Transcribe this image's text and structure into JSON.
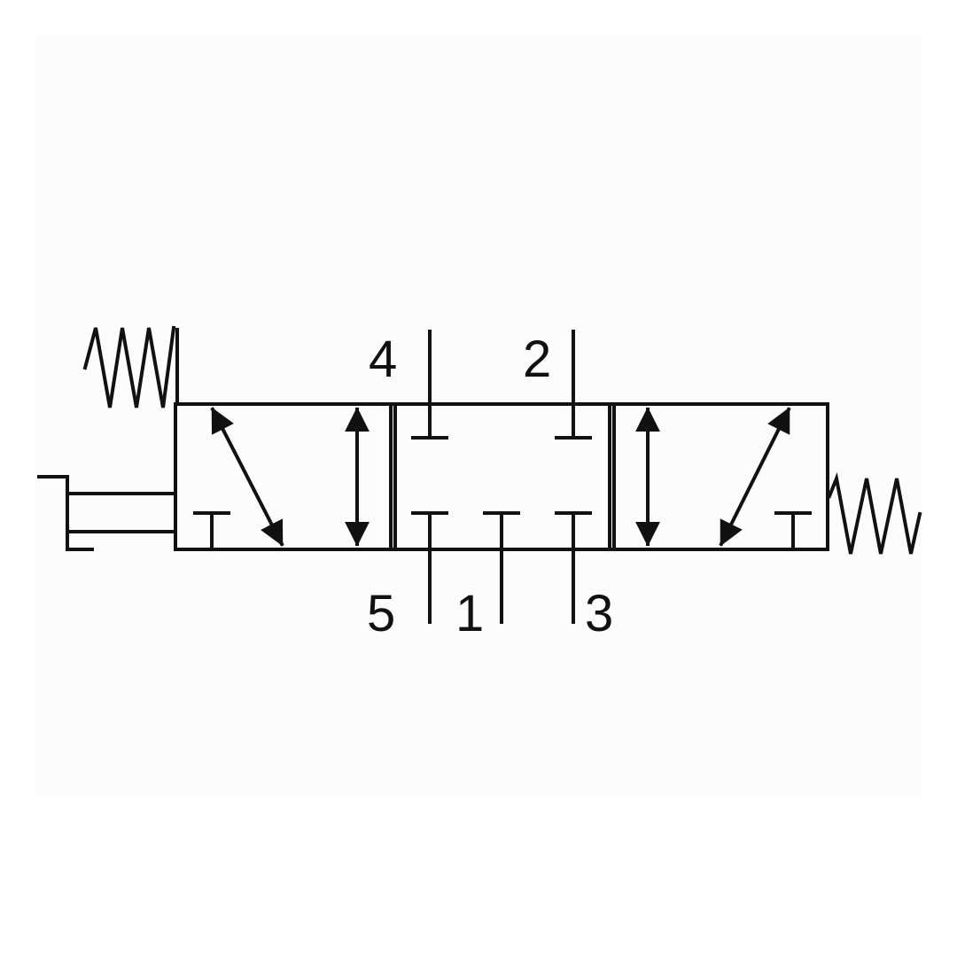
{
  "ports": {
    "port_4": "4",
    "port_2": "2",
    "port_5": "5",
    "port_1": "1",
    "port_3": "3"
  },
  "colors": {
    "background": "#fcfcfc",
    "stroke": "#111111"
  }
}
